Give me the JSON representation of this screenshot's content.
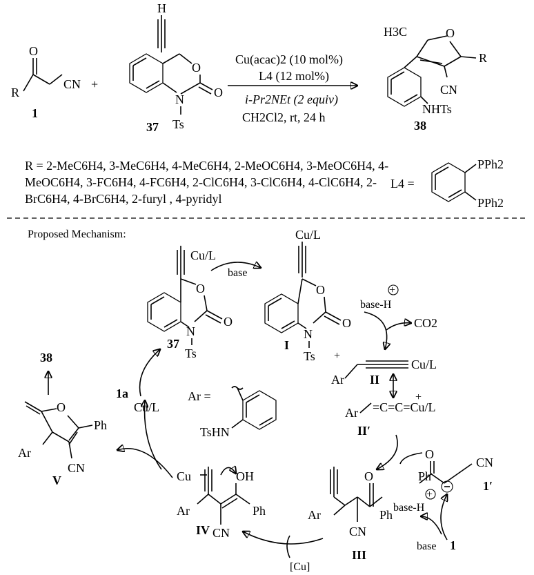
{
  "reagents": {
    "line1": "Cu(acac)2 (10 mol%)",
    "line2": "L4 (12 mol%)",
    "line3": "i-Pr2NEt (2 equiv)",
    "line4": "CH2Cl2, rt, 24 h"
  },
  "compounds": {
    "c1": "1",
    "c37": "37",
    "c38": "38",
    "cI": "I",
    "cII": "II",
    "cIIp": "II′",
    "cIII": "III",
    "cIV": "IV",
    "cV": "V",
    "c1a": "1a",
    "c1p": "1′"
  },
  "substituents": {
    "line1": "R = 2-MeC6H4, 3-MeC6H4, 4-MeC6H4, 2-MeOC6H4, 3-MeOC6H4, 4-",
    "line2": "MeOC6H4, 3-FC6H4, 4-FC6H4, 2-ClC6H4, 3-ClC6H4, 4-ClC6H4, 2-",
    "line3": "BrC6H4, 4-BrC6H4, 2-furyl , 4-pyridyl"
  },
  "ligand_label": "L4 =",
  "mechanism_title": "Proposed Mechanism:",
  "atoms": {
    "R": "R",
    "O": "O",
    "CN": "CN",
    "H": "H",
    "Ts": "Ts",
    "N": "N",
    "NHTs": "NHTs",
    "H3C": "H3C",
    "PPh2": "PPh2",
    "Cu_L": "Cu/L",
    "base": "base",
    "base_H": "base-H",
    "CO2": "CO2",
    "Ar": "Ar",
    "Ph": "Ph",
    "OH": "OH",
    "Cu": "Cu",
    "Cu_cat": "[Cu]",
    "TsHN": "TsHN",
    "Ar_eq": "Ar =",
    "allene": "Ar  C=C=C=Cu/L"
  }
}
